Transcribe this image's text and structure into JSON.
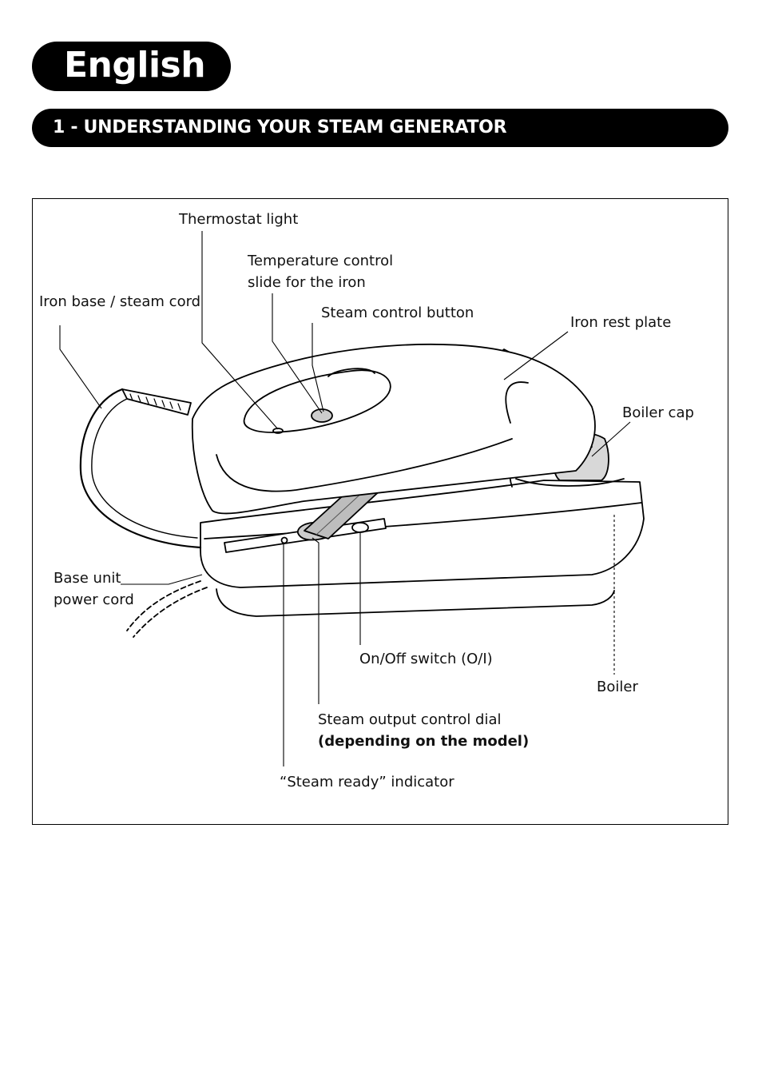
{
  "header": {
    "language": "English",
    "section_title": "1 - UNDERSTANDING YOUR STEAM GENERATOR"
  },
  "diagram": {
    "labels": {
      "thermostat_light": "Thermostat light",
      "temperature_control_line1": "Temperature control",
      "temperature_control_line2": "slide for the iron",
      "iron_base_steam_cord": "Iron base / steam cord",
      "steam_control_button": "Steam control button",
      "iron_rest_plate": "Iron rest plate",
      "boiler_cap": "Boiler cap",
      "base_unit_power_cord_line1": "Base unit",
      "base_unit_power_cord_line2": "power cord",
      "on_off_switch": "On/Off switch (O/I)",
      "boiler": "Boiler",
      "steam_output_dial_line1": "Steam output control dial",
      "steam_output_dial_line2": "(depending on the model)",
      "steam_ready_indicator": "“Steam ready” indicator"
    }
  }
}
